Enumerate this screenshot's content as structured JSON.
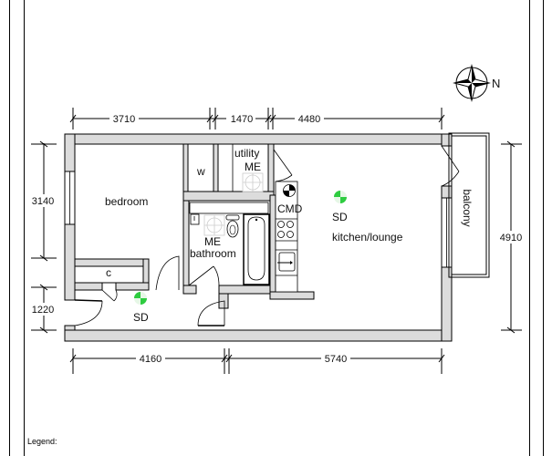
{
  "rooms": {
    "bedroom": "bedroom",
    "wardrobe": "w",
    "cupboard": "c",
    "utility": "utility",
    "utility_me": "ME",
    "bathroom_me": "ME",
    "bathroom": "bathroom",
    "kitchen_lounge": "kitchen/lounge",
    "balcony": "balcony"
  },
  "detectors": {
    "cmd": "CMD",
    "sd_kitchen": "SD",
    "sd_hall": "SD"
  },
  "compass": {
    "label": "N"
  },
  "dimensions": {
    "top": [
      "3710",
      "1470",
      "4480"
    ],
    "bottom": [
      "4160",
      "5740"
    ],
    "left": [
      "3140",
      "1220"
    ],
    "right": [
      "4910"
    ]
  },
  "legend": {
    "title": "Legend:"
  },
  "colors": {
    "wall_fill": "#dcdcdc",
    "smoke_detector": "#2ecc40"
  }
}
